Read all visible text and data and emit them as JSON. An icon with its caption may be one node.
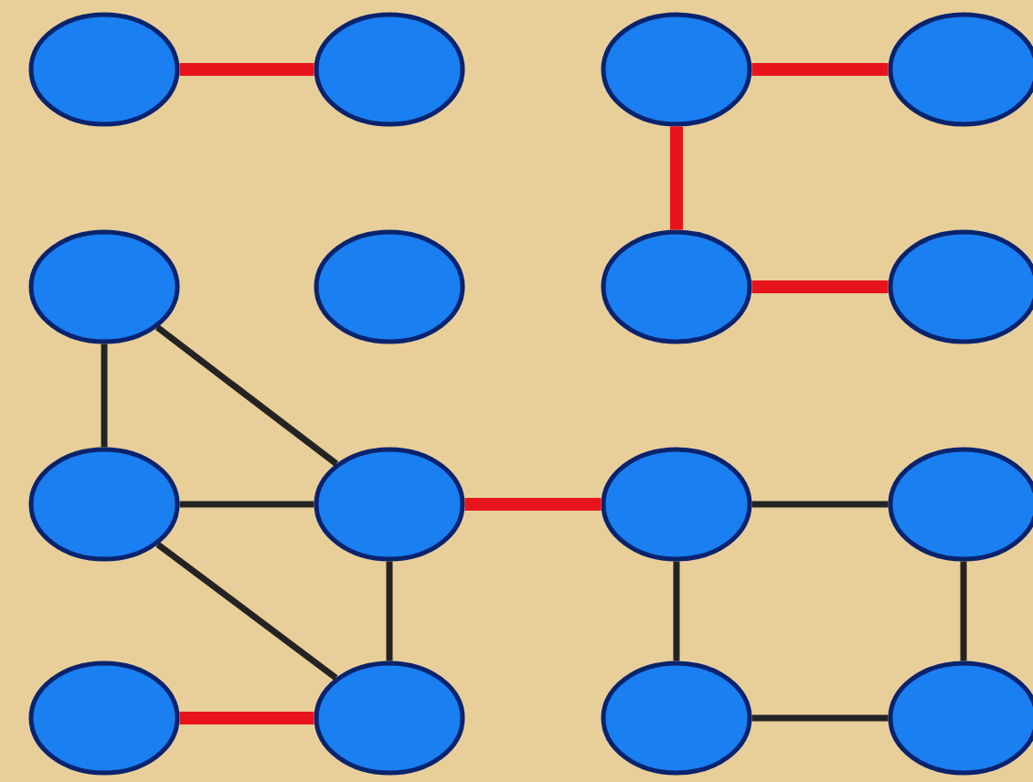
{
  "diagram": {
    "nodes": [
      {
        "text": [],
        "shape": "ellipse"
      },
      {
        "text": [],
        "shape": "ellipse"
      },
      {
        "text": [],
        "shape": "ellipse"
      },
      {
        "text": [],
        "shape": "ellipse"
      },
      {
        "text": [],
        "shape": "ellipse"
      },
      {
        "text": [],
        "shape": "ellipse"
      },
      {
        "text": [],
        "shape": "ellipse"
      },
      {
        "text": [],
        "shape": "ellipse"
      },
      {
        "text": [],
        "shape": "ellipse"
      },
      {
        "text": [],
        "shape": "ellipse"
      },
      {
        "text": [],
        "shape": "ellipse"
      },
      {
        "text": [],
        "shape": "ellipse"
      },
      {
        "text": [],
        "shape": "ellipse"
      },
      {
        "text": [],
        "shape": "ellipse"
      },
      {
        "text": [],
        "shape": "ellipse"
      },
      {
        "text": [],
        "shape": "ellipse"
      }
    ],
    "edges": [
      {
        "from": 0,
        "to": 1,
        "arrow": "none",
        "style": "thick",
        "color": "#e8141c"
      },
      {
        "from": 2,
        "to": 3,
        "arrow": "none",
        "style": "thick",
        "color": "#e8141c"
      },
      {
        "from": 2,
        "to": 6,
        "arrow": "none",
        "style": "thick",
        "color": "#e8141c"
      },
      {
        "from": 6,
        "to": 7,
        "arrow": "none",
        "style": "thick",
        "color": "#e8141c"
      },
      {
        "from": 4,
        "to": 8,
        "arrow": "none"
      },
      {
        "from": 4,
        "to": 9,
        "arrow": "none"
      },
      {
        "from": 8,
        "to": 9,
        "arrow": "none"
      },
      {
        "from": 9,
        "to": 10,
        "arrow": "none",
        "style": "thick",
        "color": "#e8141c"
      },
      {
        "from": 10,
        "to": 11,
        "arrow": "none"
      },
      {
        "from": 8,
        "to": 13,
        "arrow": "none"
      },
      {
        "from": 9,
        "to": 13,
        "arrow": "none"
      },
      {
        "from": 10,
        "to": 14,
        "arrow": "none"
      },
      {
        "from": 11,
        "to": 15,
        "arrow": "none"
      },
      {
        "from": 12,
        "to": 13,
        "arrow": "none",
        "style": "thick",
        "color": "#e8141c"
      },
      {
        "from": 14,
        "to": 15,
        "arrow": "none"
      }
    ]
  }
}
